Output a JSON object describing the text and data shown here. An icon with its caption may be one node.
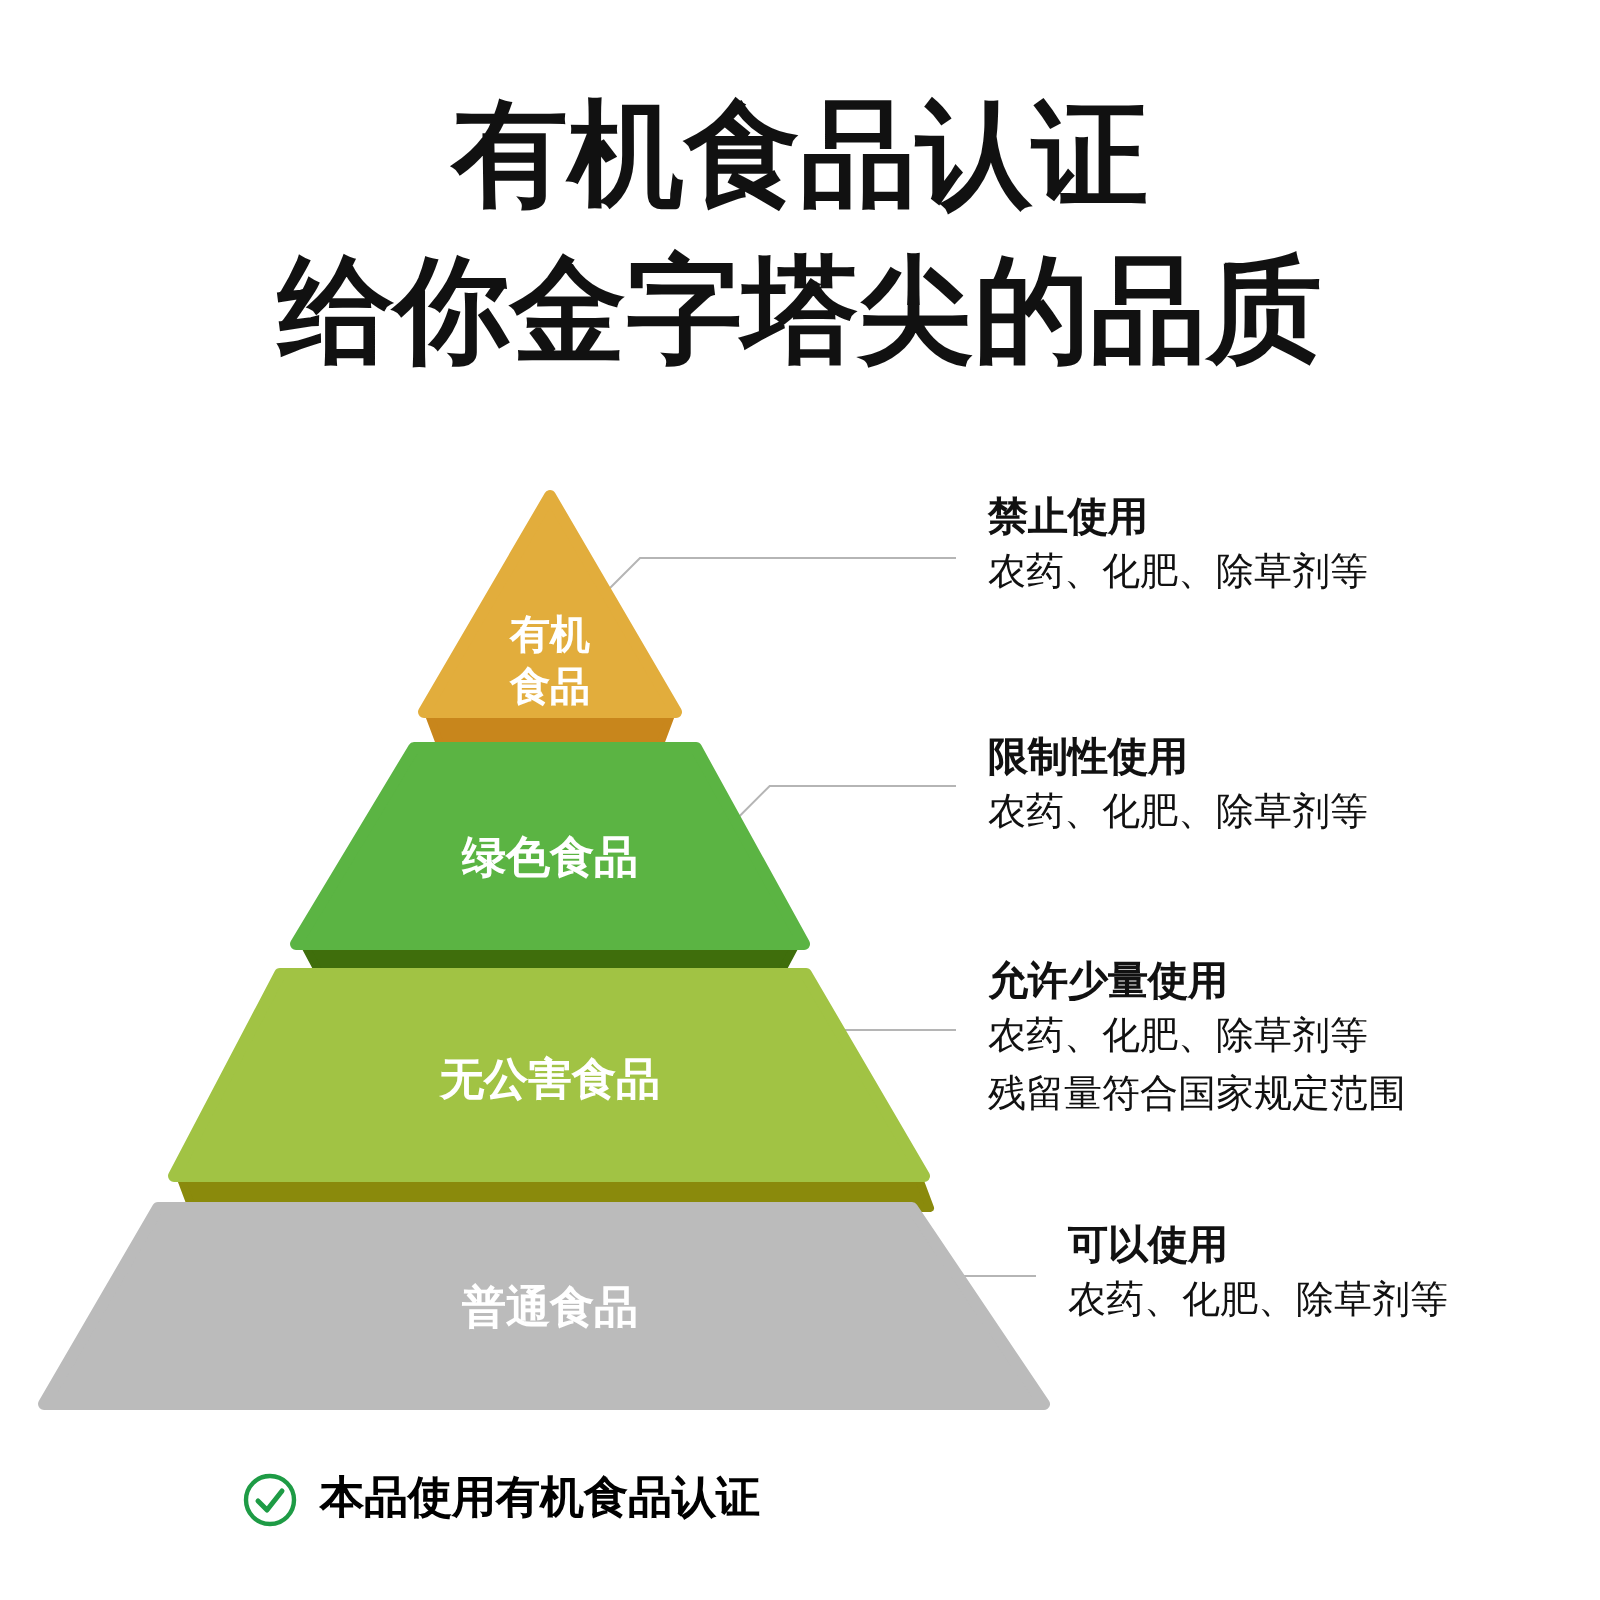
{
  "diagram": {
    "title": "有机食品认证给你金字塔尖的品质",
    "nodes": [
      {
        "text": [
          "有机食品"
        ]
      },
      {
        "text": [
          "绿色食品"
        ]
      },
      {
        "text": [
          "无公害食品"
        ]
      },
      {
        "text": [
          "普通食品"
        ]
      },
      {
        "text": [
          "禁止使用",
          "农药、化肥、除草剂等"
        ]
      },
      {
        "text": [
          "限制性使用",
          "农药、化肥、除草剂等"
        ]
      },
      {
        "text": [
          "允许少量使用",
          "农药、化肥、除草剂等",
          "残留量符合国家规定范围"
        ]
      },
      {
        "text": [
          "可以使用",
          "农药、化肥、除草剂等"
        ]
      }
    ],
    "edges": [
      {
        "from": 4,
        "to": 0,
        "arrow": "none"
      },
      {
        "from": 5,
        "to": 1,
        "arrow": "none"
      },
      {
        "from": 6,
        "to": 2,
        "arrow": "none"
      },
      {
        "from": 7,
        "to": 3,
        "arrow": "none"
      }
    ],
    "labels": [
      "本品使用有机食品认证"
    ]
  }
}
